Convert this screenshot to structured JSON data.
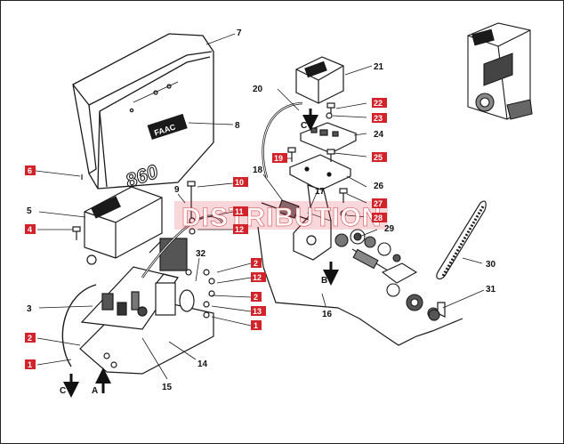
{
  "watermark": "DISTRIBUTION",
  "brand_text": "FAAC",
  "model_text": "860",
  "part_labels": [
    "1",
    "2",
    "3",
    "4",
    "5",
    "6",
    "7",
    "8",
    "9",
    "10",
    "11",
    "12",
    "13",
    "14",
    "15",
    "16",
    "17",
    "18",
    "19",
    "20",
    "21",
    "22",
    "23",
    "24",
    "25",
    "26",
    "27",
    "28",
    "29",
    "30",
    "31",
    "32"
  ],
  "flow_labels": {
    "a": "A",
    "b": "B",
    "c": "C"
  },
  "colors": {
    "tag_red": "#d2232a",
    "line": "#1a1a1a",
    "watermark_band": "#d2232a"
  }
}
